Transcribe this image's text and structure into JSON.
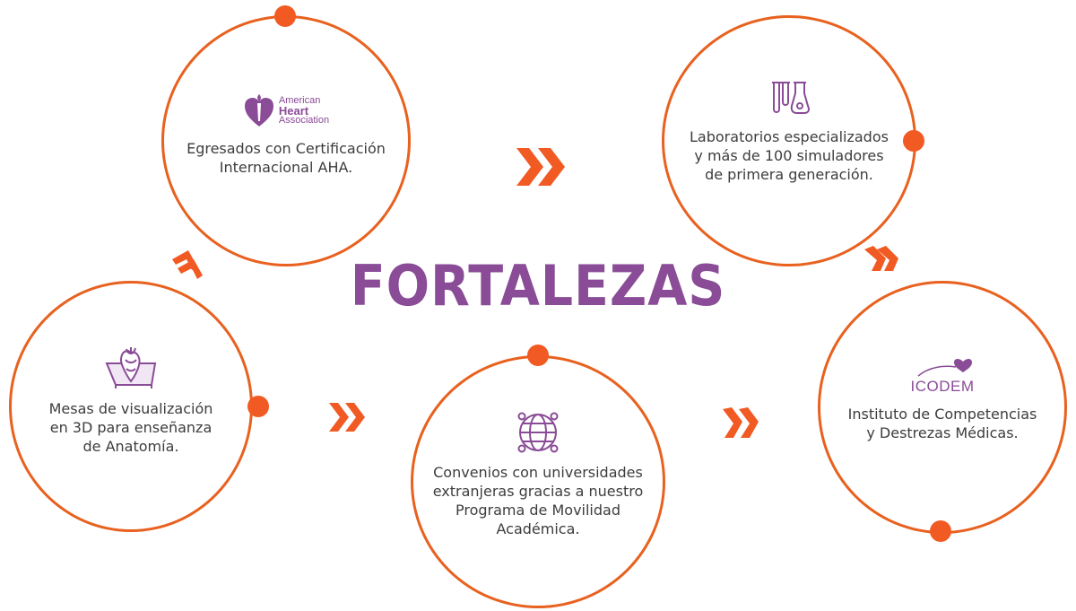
{
  "title": "FORTALEZAS",
  "colors": {
    "accent": "#f15a22",
    "circle_border": "#e8611f",
    "title": "#8a4b97",
    "icon": "#8a4b97",
    "text": "#3d3d3d"
  },
  "items": [
    {
      "icon": "anatomy-3d-table-icon",
      "text": "Mesas de visualización\nen 3D para enseñanza\nde Anatomía."
    },
    {
      "icon": "american-heart-association-logo",
      "logo_lines": [
        "American",
        "Heart",
        "Association"
      ],
      "text": "Egresados con Certificación\nInternacional AHA."
    },
    {
      "icon": "globe-network-icon",
      "text": "Convenios con universidades\nextranjeras gracias a nuestro\nPrograma de Movilidad\nAcadémica."
    },
    {
      "icon": "laboratory-flask-icon",
      "text": "Laboratorios especializados\ny más de 100 simuladores\nde primera generación."
    },
    {
      "icon": "icodem-logo",
      "logo_text": "ICODEM",
      "text": "Instituto de Competencias\ny Destrezas Médicas."
    }
  ]
}
